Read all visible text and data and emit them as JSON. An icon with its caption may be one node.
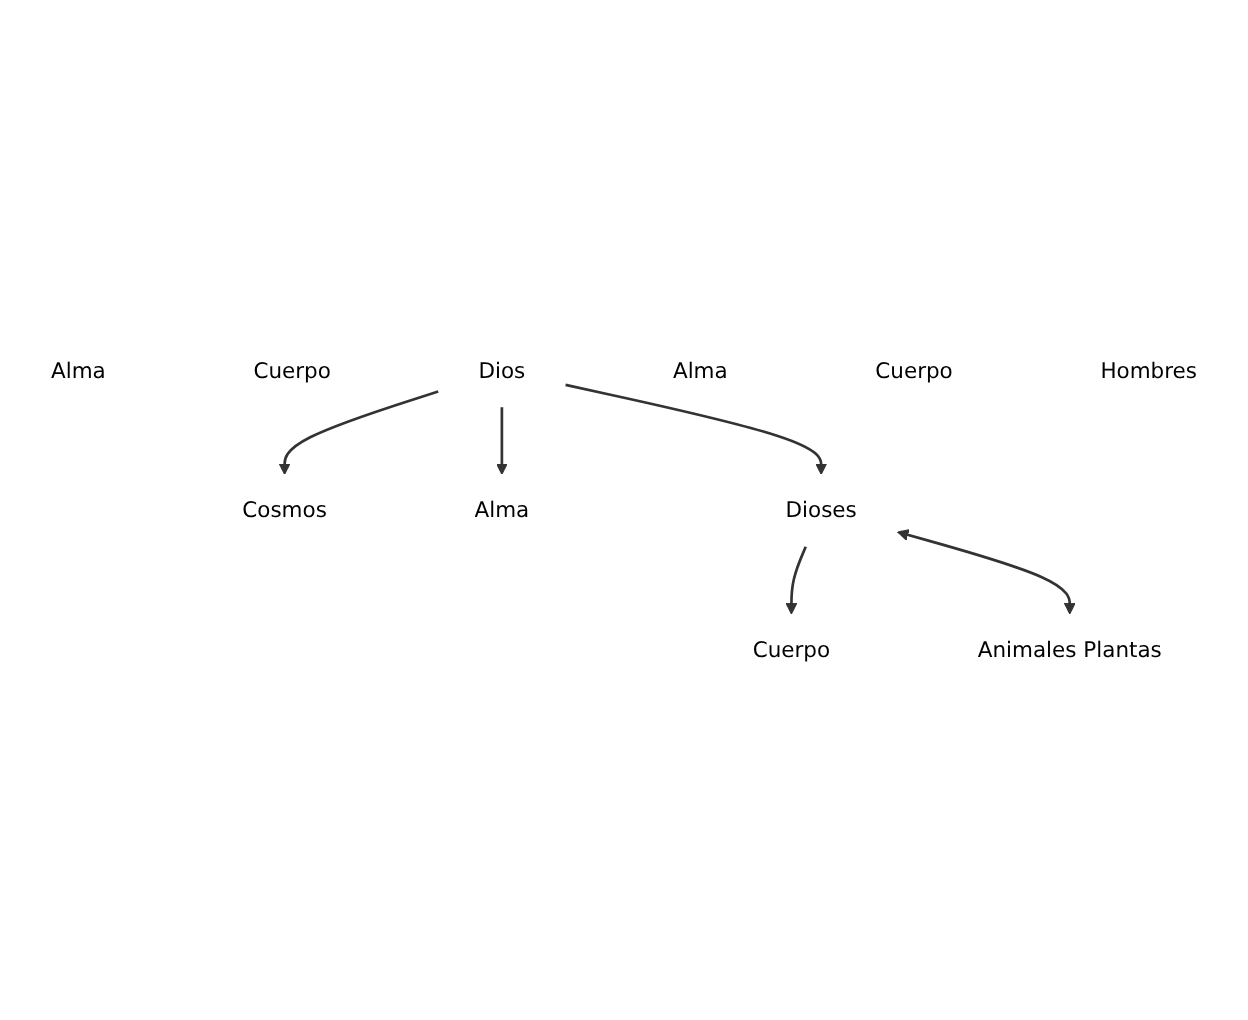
{
  "diagram": {
    "nodes": [
      {
        "text": [
          "Cosmos"
        ]
      },
      {
        "text": [
          "Alma"
        ]
      },
      {
        "text": [
          "Cuerpo"
        ]
      },
      {
        "text": [
          "Dios"
        ]
      },
      {
        "text": [
          "Alma"
        ]
      },
      {
        "text": [
          "Alma"
        ]
      },
      {
        "text": [
          "Cuerpo"
        ]
      },
      {
        "text": [
          "Hombres"
        ]
      },
      {
        "text": [
          "Dioses"
        ]
      },
      {
        "text": [
          "Cuerpo"
        ]
      },
      {
        "text": [
          "Animales Plantas"
        ]
      }
    ],
    "edges": [
      {
        "from": 3,
        "to": 0,
        "arrow": "to"
      },
      {
        "from": 3,
        "to": 4,
        "arrow": "to"
      },
      {
        "from": 3,
        "to": 8,
        "arrow": "to"
      },
      {
        "from": 8,
        "to": 9,
        "arrow": "to"
      },
      {
        "from": 8,
        "to": 10,
        "arrow": "both"
      }
    ]
  }
}
